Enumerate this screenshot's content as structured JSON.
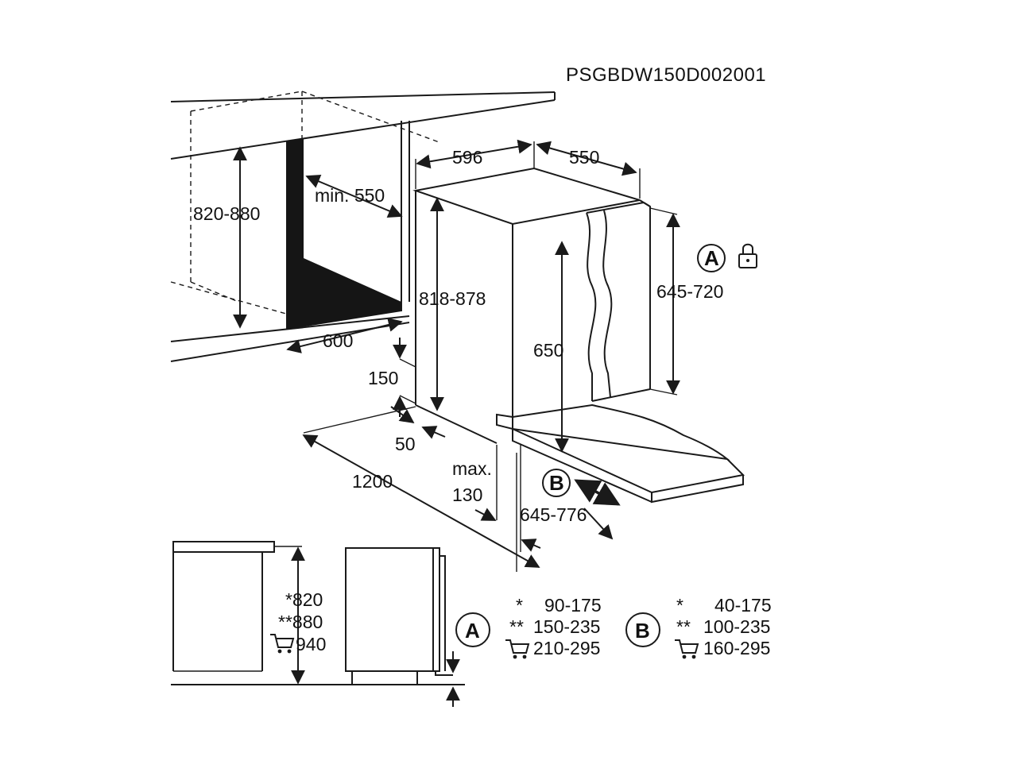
{
  "product_code": "PSGBDW150D002001",
  "dimensions": {
    "width": "596",
    "depth": "550",
    "niche_depth": "min. 550",
    "niche_height": "820-880",
    "appliance_height": "818-878",
    "niche_width": "600",
    "door_height": "645-720",
    "door_inner": "650",
    "plinth_height": "150",
    "plinth_gap": "50",
    "max_label": "max.",
    "max_value": "130",
    "door_reach": "1200",
    "door_swing": "645-776"
  },
  "markers": {
    "a_letter": "A",
    "b_letter": "B"
  },
  "side_view": {
    "heights": [
      "*820",
      "**880",
      "940"
    ]
  },
  "table_a": {
    "letter": "A",
    "rows": [
      {
        "mark": "*",
        "value": "90-175"
      },
      {
        "mark": "**",
        "value": "150-235"
      },
      {
        "mark": "",
        "value": "210-295"
      }
    ]
  },
  "table_b": {
    "letter": "B",
    "rows": [
      {
        "mark": "*",
        "value": "40-175"
      },
      {
        "mark": "**",
        "value": "100-235"
      },
      {
        "mark": "",
        "value": "160-295"
      }
    ]
  },
  "icons": {
    "lock": "lock-icon",
    "cart": "shopping-cart-icon"
  }
}
